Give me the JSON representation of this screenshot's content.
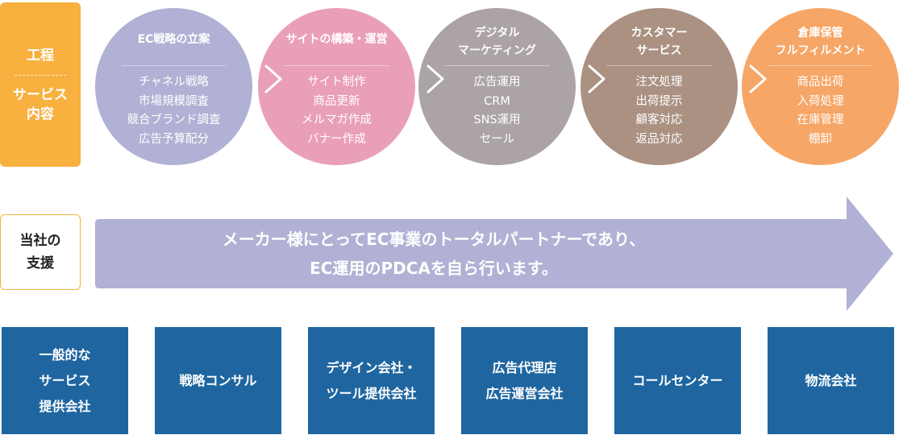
{
  "sidebar": {
    "process_label": "工程",
    "service_label_line1": "サービス",
    "service_label_line2": "内容",
    "support_label": "当社の\n支援"
  },
  "stages": [
    {
      "title": "EC戦略の立案",
      "items": [
        "チャネル戦略",
        "市場規模調査",
        "競合ブランド調査",
        "広告予算配分"
      ],
      "color": "#b0b1d4"
    },
    {
      "title": "サイトの構築・運営",
      "items": [
        "サイト制作",
        "商品更新",
        "メルマガ作成",
        "バナー作成"
      ],
      "color": "#ea9fb8"
    },
    {
      "title": "デジタル\nマーケティング",
      "items": [
        "広告運用",
        "CRM",
        "SNS運用",
        "セール"
      ],
      "color": "#aba3a4"
    },
    {
      "title": "カスタマー\nサービス",
      "items": [
        "注文処理",
        "出荷提示",
        "顧客対応",
        "返品対応"
      ],
      "color": "#ab9182"
    },
    {
      "title": "倉庫保管\nフルフィルメント",
      "items": [
        "商品出荷",
        "入荷処理",
        "在庫管理",
        "棚卸"
      ],
      "color": "#f6a667"
    }
  ],
  "support": {
    "line1": "メーカー様にとってEC事業のトータルパートナーであり、",
    "line2": "EC運用のPDCAを自ら行います。",
    "arrow_color": "#b0b1d4"
  },
  "vendors": [
    "一般的な\nサービス\n提供会社",
    "戦略コンサル",
    "デザイン会社・\nツール提供会社",
    "広告代理店\n広告運営会社",
    "コールセンター",
    "物流会社"
  ],
  "colors": {
    "accent_orange": "#f8b03f",
    "vendor_blue": "#1f66a0"
  }
}
